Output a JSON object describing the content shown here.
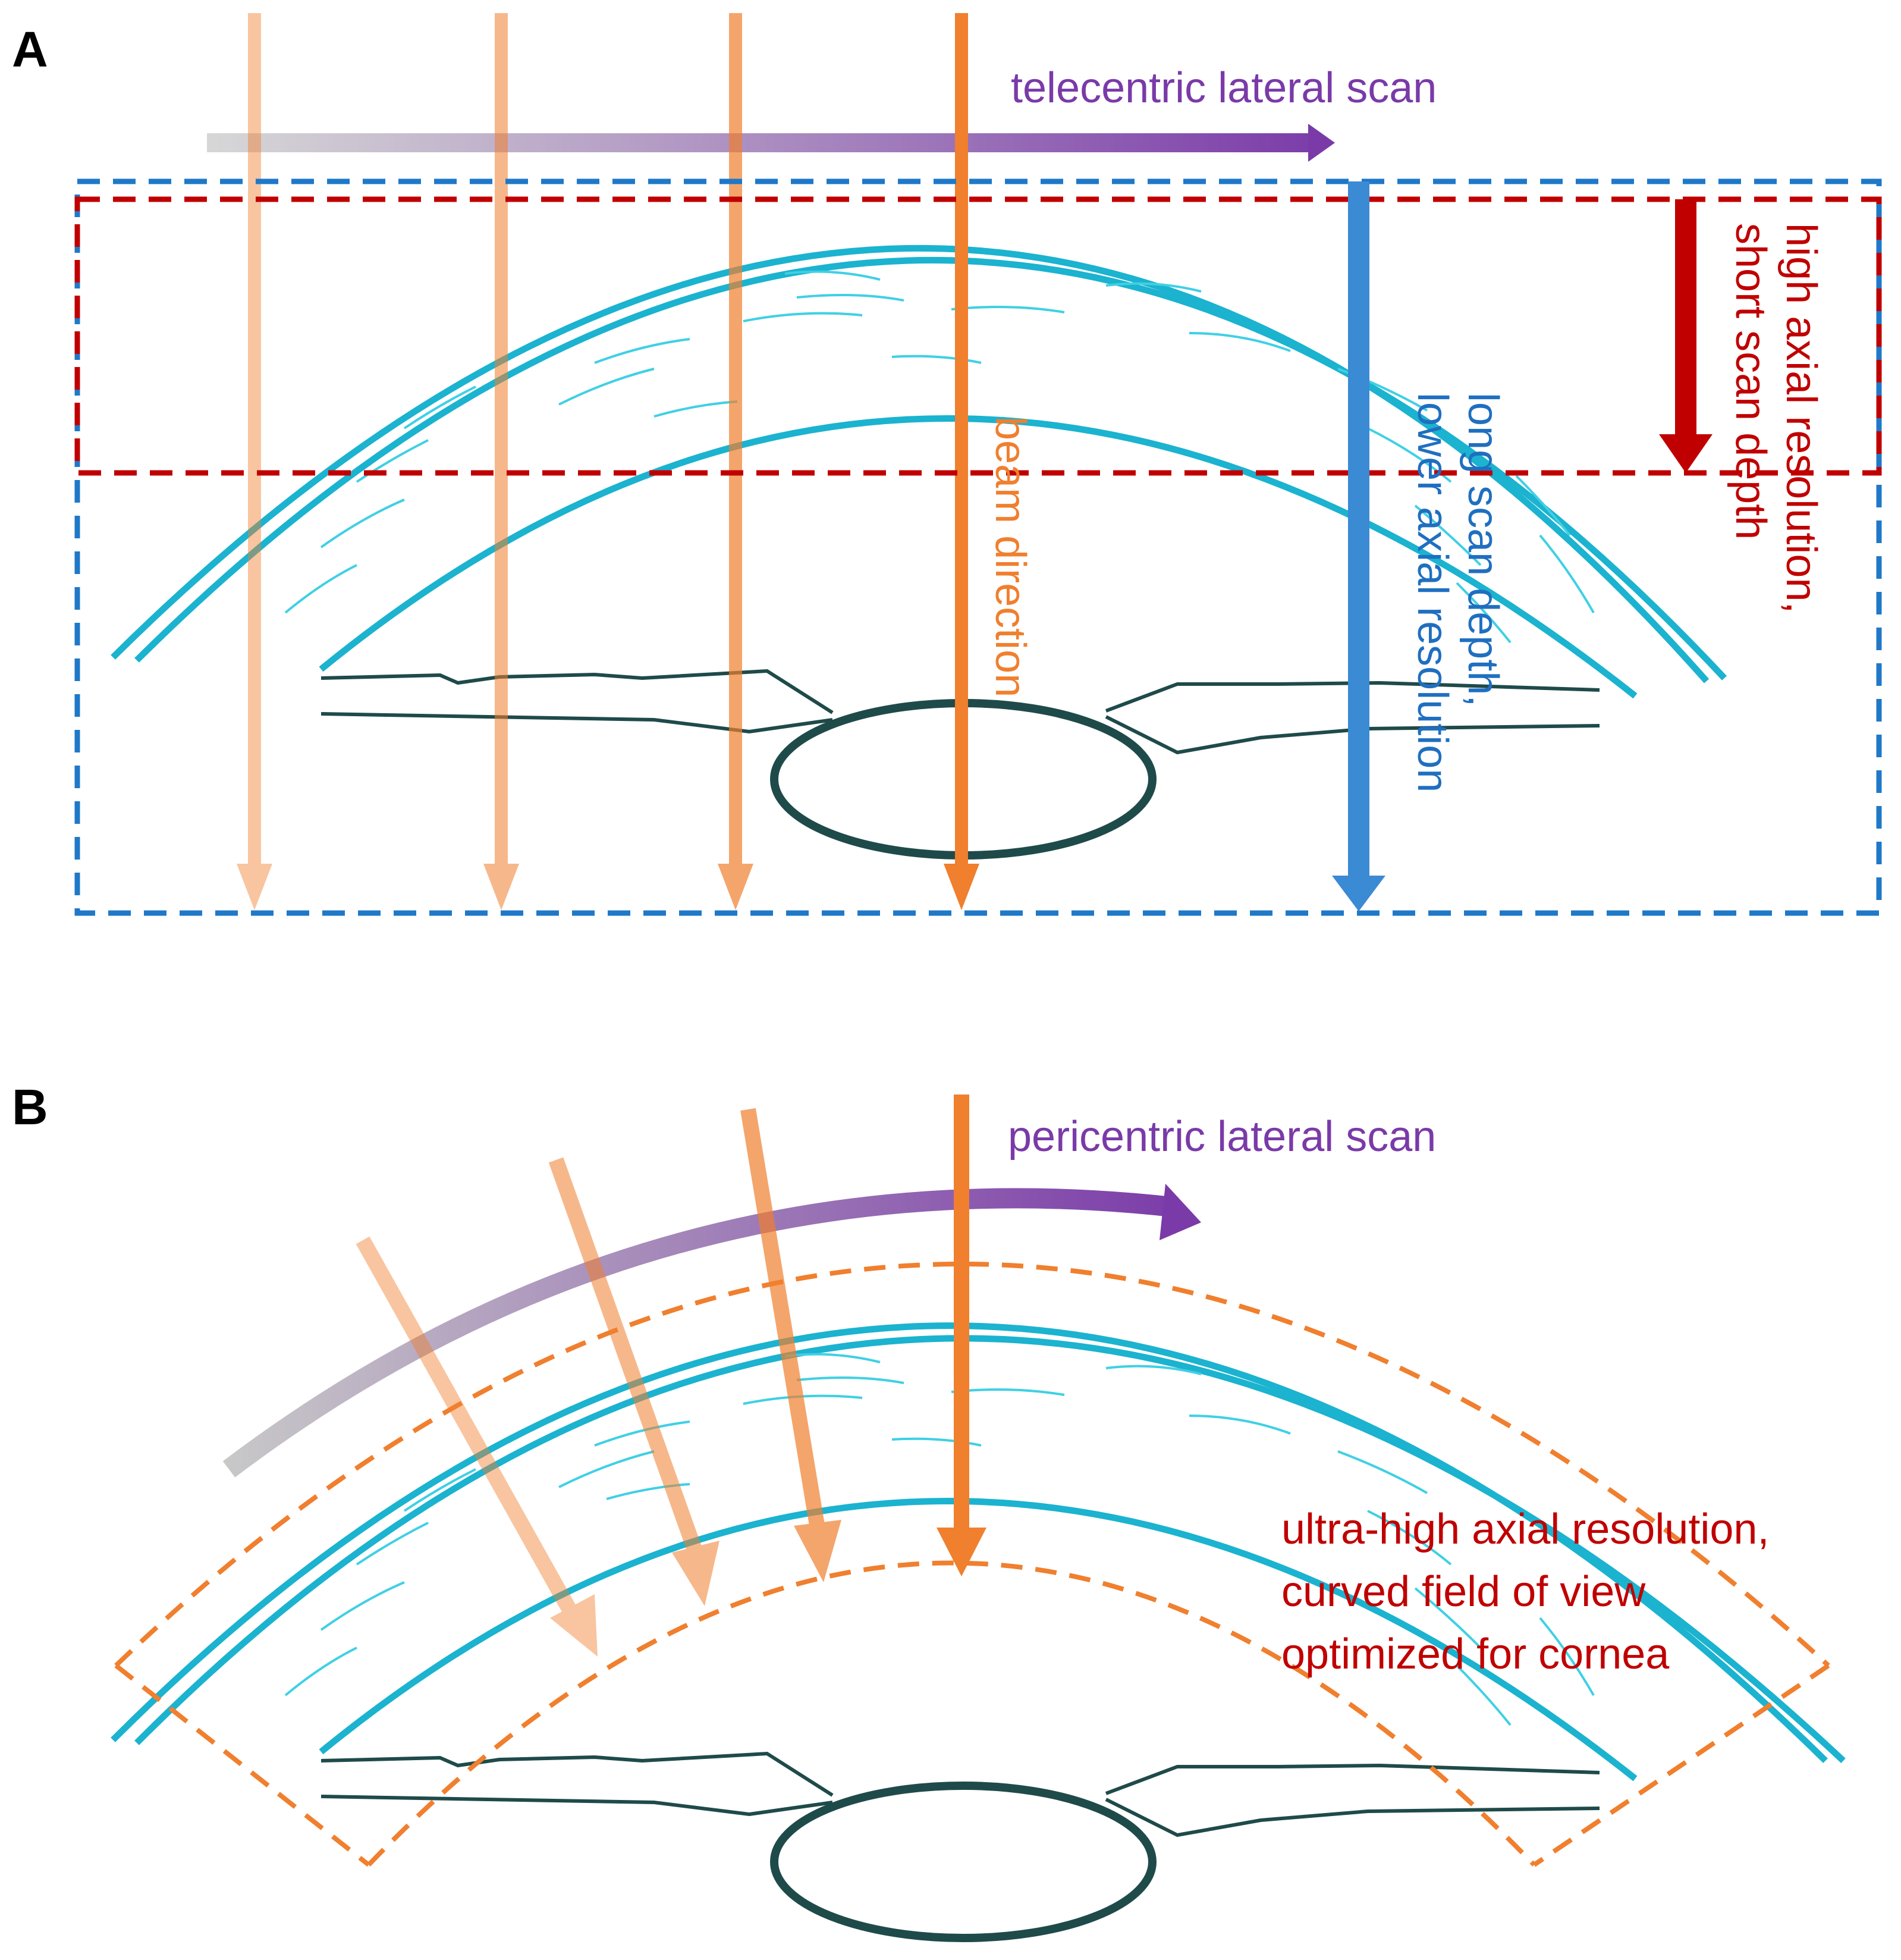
{
  "panels": {
    "a": {
      "label": "A",
      "scan_label": "telecentric lateral scan",
      "beam_label": "beam direction",
      "long_depth_label": [
        "long scan depth,",
        "lower axial resolution"
      ],
      "high_res_label": [
        "high axial resolution,",
        "short scan depth"
      ]
    },
    "b": {
      "label": "B",
      "scan_label": "pericentric lateral scan",
      "fov_label": [
        "ultra-high axial resolution,",
        "curved field of view",
        "optimized for cornea"
      ]
    }
  },
  "colors": {
    "cornea": "#1bb3cf",
    "cornea_fiber": "#3fd0e4",
    "iris_lens": "#1f4a4a",
    "beam": "#f07f2e",
    "scan_arrow": "#7a3aa8",
    "red_box": "#c00000",
    "blue_box": "#1f78c8",
    "blue_arrow": "#3a8ad4",
    "red_text": "#c00000",
    "blue_text": "#1f6fc0",
    "orange_text": "#f07f2e",
    "purple_text": "#7a3aa8"
  }
}
